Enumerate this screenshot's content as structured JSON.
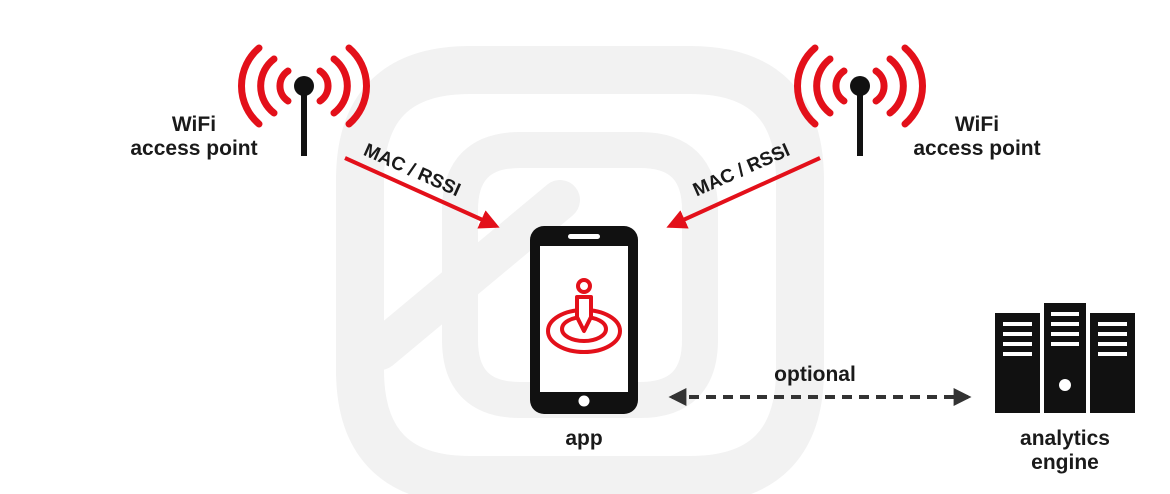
{
  "left_ap": {
    "label_line1": "WiFi",
    "label_line2": "access point"
  },
  "right_ap": {
    "label_line1": "WiFi",
    "label_line2": "access point"
  },
  "left_link": {
    "label": "MAC / RSSI"
  },
  "right_link": {
    "label": "MAC / RSSI"
  },
  "phone": {
    "label": "app"
  },
  "optional_link": {
    "label": "optional"
  },
  "server": {
    "label_line1": "analytics",
    "label_line2": "engine"
  },
  "colors": {
    "accent": "#e3101a",
    "ink": "#111111",
    "watermark": "#f3f3f3",
    "dashed": "#333333"
  },
  "icons": [
    "wifi-antenna-icon",
    "smartphone-icon",
    "location-pin-icon",
    "server-rack-icon"
  ]
}
